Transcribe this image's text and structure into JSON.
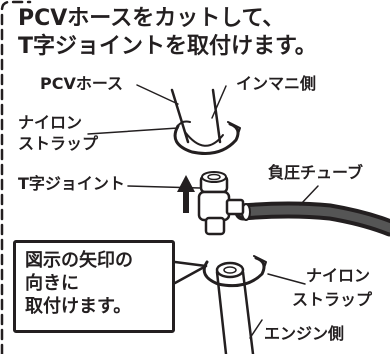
{
  "title": {
    "line1": "PCVホースをカットして、",
    "line2": "T字ジョイントを取付けます。"
  },
  "labels": {
    "pcv_hose": "PCVホース",
    "intake_side": "インマニ側",
    "nylon_strap_top_line1": "ナイロン",
    "nylon_strap_top_line2": "ストラップ",
    "t_joint": "T字ジョイント",
    "vacuum_tube": "負圧チューブ",
    "nylon_strap_bottom_line1": "ナイロン",
    "nylon_strap_bottom_line2": "ストラップ",
    "engine_side": "エンジン側"
  },
  "note": {
    "line1": "図示の矢印の",
    "line2": "向きに",
    "line3": "取付けます。"
  },
  "colors": {
    "ink": "#231f20",
    "paper": "#ffffff",
    "tube_fill": "#333333"
  }
}
